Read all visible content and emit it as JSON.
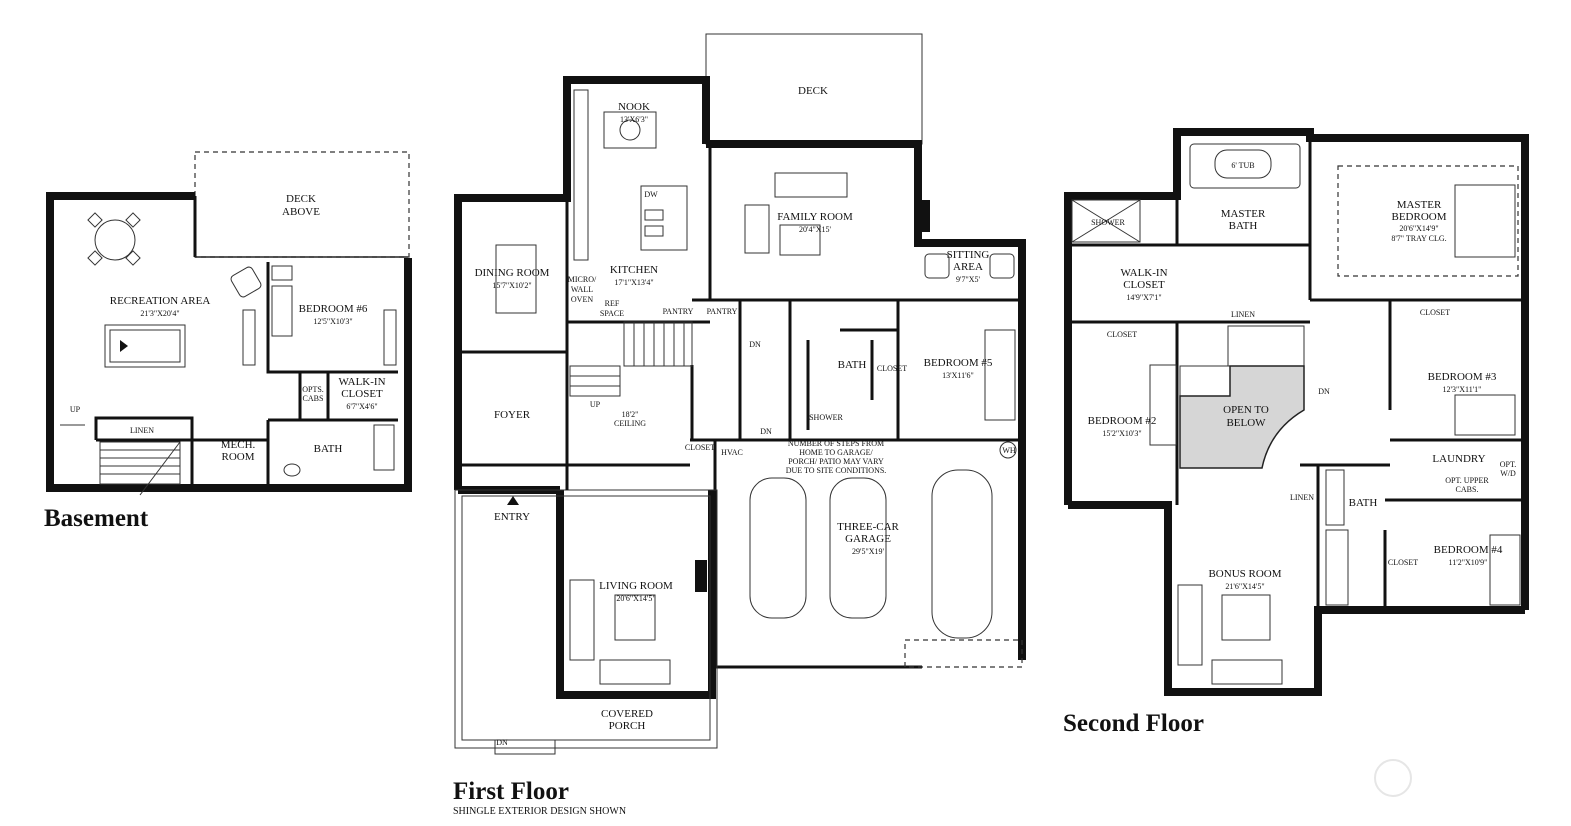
{
  "floors": {
    "basement": {
      "title": "Basement",
      "deck": [
        "DECK",
        "ABOVE"
      ],
      "recreation": [
        "RECREATION AREA",
        "21'3\"X20'4\""
      ],
      "bedroom6": [
        "BEDROOM #6",
        "12'5\"X10'3\""
      ],
      "walkin": [
        "WALK-IN",
        "CLOSET",
        "6'7\"X4'6\""
      ],
      "opts": [
        "OPTS.",
        "CABS"
      ],
      "up": "UP",
      "linen": "LINEN",
      "mech": [
        "MECH.",
        "ROOM"
      ],
      "bath": "BATH"
    },
    "first": {
      "title": "First Floor",
      "subtitle": "SHINGLE EXTERIOR DESIGN SHOWN",
      "deck": "DECK",
      "nook": [
        "NOOK",
        "13'X6'3\""
      ],
      "family": [
        "FAMILY ROOM",
        "20'4\"X15'"
      ],
      "dining": [
        "DINING ROOM",
        "15'7\"X10'2\""
      ],
      "kitchen": [
        "KITCHEN",
        "17'1\"X13'4\""
      ],
      "micro": [
        "MICRO/",
        "WALL",
        "OVEN"
      ],
      "dw": "DW",
      "ref": [
        "REF",
        "SPACE"
      ],
      "pantry": "PANTRY",
      "pantry2": "PANTRY",
      "sitting": [
        "SITTING",
        "AREA",
        "9'7\"X5'"
      ],
      "dn1": "DN",
      "bath": "BATH",
      "closet": "CLOSET",
      "bedroom5": [
        "BEDROOM #5",
        "13'X11'6\""
      ],
      "shower": "SHOWER",
      "foyer": "FOYER",
      "up": "UP",
      "ceiling": [
        "18'2\"",
        "CEILING"
      ],
      "closet2": "CLOSET",
      "hvac": "HVAC",
      "dn2": "DN",
      "note": [
        "NUMBER OF STEPS FROM",
        "HOME TO GARAGE/",
        "PORCH/ PATIO MAY VARY",
        "DUE TO SITE CONDITIONS."
      ],
      "wh": "WH",
      "entry": "ENTRY",
      "living": [
        "LIVING ROOM",
        "20'6\"X14'5\""
      ],
      "garage": [
        "THREE-CAR",
        "GARAGE",
        "29'5\"X19'"
      ],
      "porch": [
        "COVERED",
        "PORCH"
      ],
      "dn3": "DN"
    },
    "second": {
      "title": "Second Floor",
      "tub": "6' TUB",
      "shower": "SHOWER",
      "master_bath": [
        "MASTER",
        "BATH"
      ],
      "master_bed": [
        "MASTER",
        "BEDROOM",
        "20'6\"X14'9\"",
        "8'7\" TRAY CLG."
      ],
      "walkin": [
        "WALK-IN",
        "CLOSET",
        "14'9\"X7'1\""
      ],
      "linen": "LINEN",
      "closet_a": "CLOSET",
      "closet_b": "CLOSET",
      "bedroom2": [
        "BEDROOM #2",
        "15'2\"X10'3\""
      ],
      "open_below": [
        "OPEN TO",
        "BELOW"
      ],
      "dn": "DN",
      "bedroom3": [
        "BEDROOM #3",
        "12'3\"X11'1\""
      ],
      "laundry": "LAUNDRY",
      "optwd": [
        "OPT.",
        "W/D"
      ],
      "optupper": [
        "OPT. UPPER",
        "CABS."
      ],
      "linen2": "LINEN",
      "bath": "BATH",
      "closet_c": "CLOSET",
      "bedroom4": [
        "BEDROOM #4",
        "11'2\"X10'9\""
      ],
      "bonus": [
        "BONUS ROOM",
        "21'6\"X14'5\""
      ]
    }
  }
}
